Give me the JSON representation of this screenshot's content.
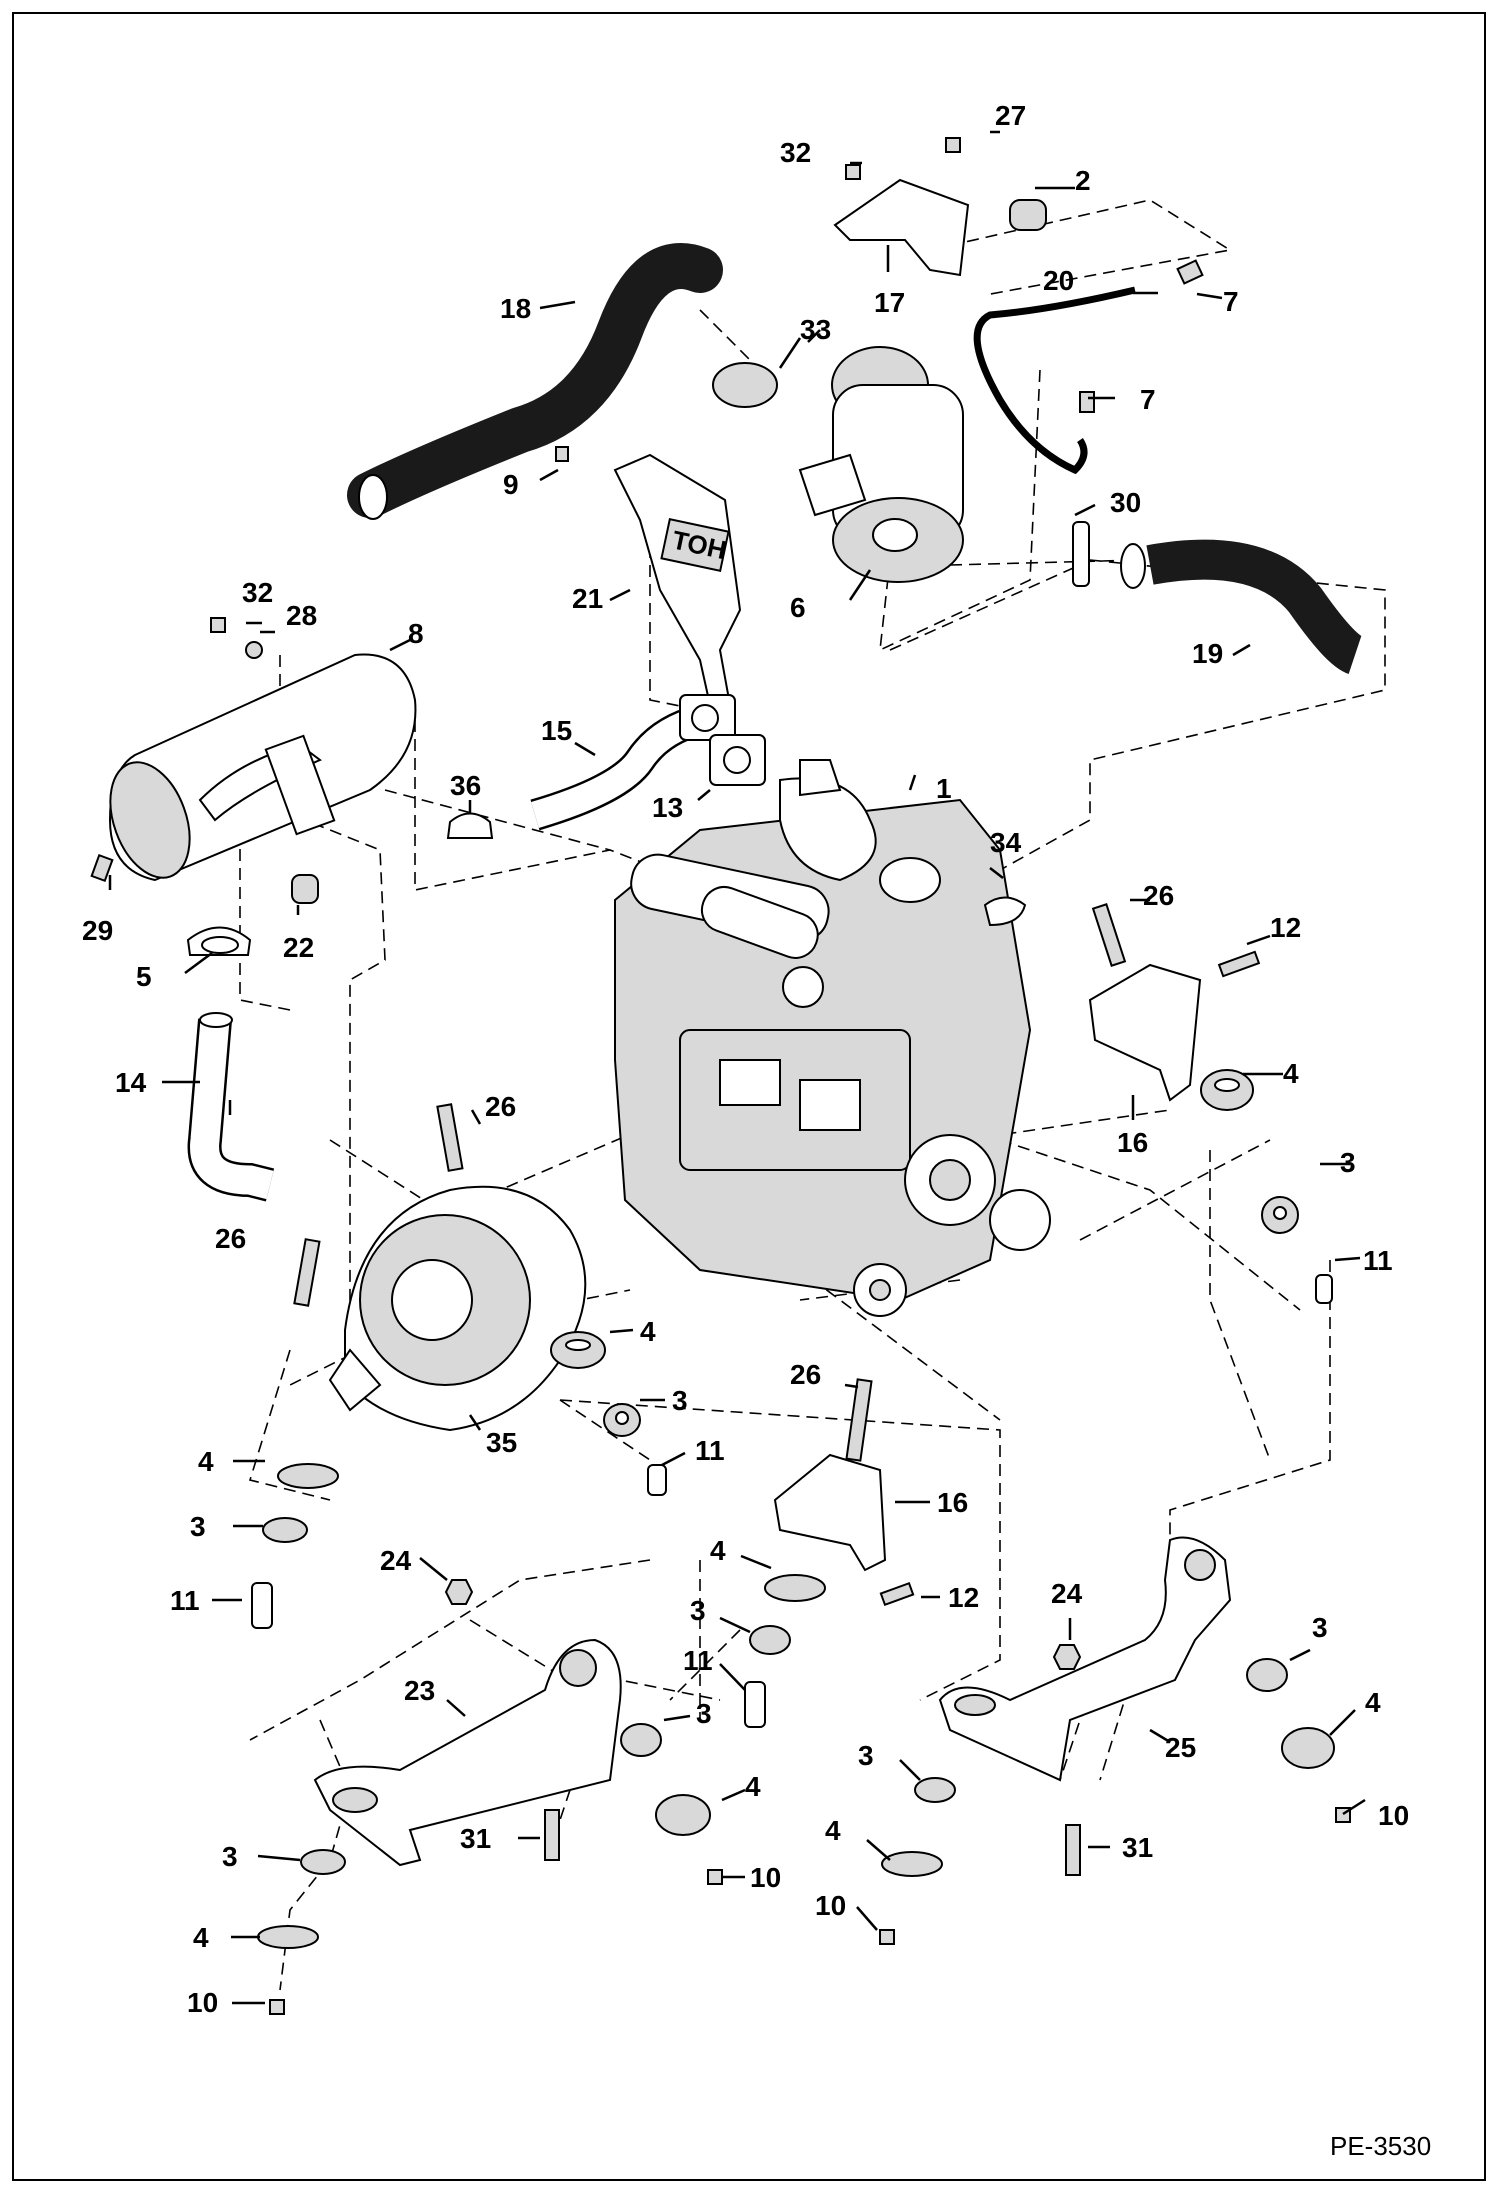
{
  "figure": {
    "page_code": "PE-3530"
  },
  "callouts": [
    "1",
    "2",
    "3",
    "4",
    "5",
    "6",
    "7",
    "8",
    "9",
    "10",
    "11",
    "12",
    "13",
    "14",
    "15",
    "16",
    "17",
    "18",
    "19",
    "20",
    "21",
    "22",
    "23",
    "24",
    "25",
    "26",
    "27",
    "28",
    "29",
    "30",
    "31",
    "32",
    "33",
    "34",
    "35",
    "36"
  ],
  "decal_text": "TOH",
  "colors": {
    "ink": "#000000",
    "paper": "#ffffff",
    "shade": "#d9d9d9",
    "hose": "#1a1a1a"
  }
}
